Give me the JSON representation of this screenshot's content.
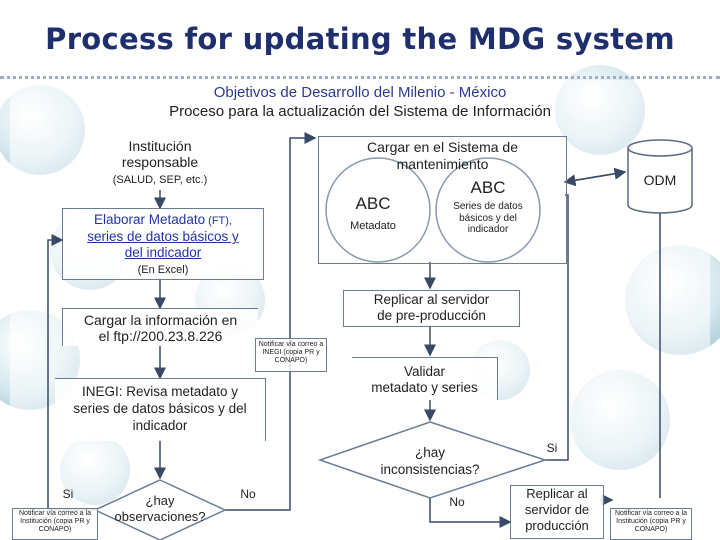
{
  "slide": {
    "title": "Process for updating the MDG system"
  },
  "header": {
    "line1": "Objetivos de Desarrollo del Milenio - México",
    "line2": "Proceso para la actualización del Sistema de Información"
  },
  "nodes": {
    "institucion": {
      "title": "Institución responsable",
      "sub": "(SALUD, SEP, etc.)"
    },
    "elaborar": {
      "line1a": "Elaborar ",
      "line1b": "Metadato",
      "line1c": " (FT),",
      "line2": "series de datos básicos y",
      "line3": "del indicador",
      "sub": "(En Excel)"
    },
    "cargar_ftp": {
      "line1": "Cargar la información en",
      "line2": "el ftp://200.23.8.226"
    },
    "notificar1": {
      "text": "Notificar vía correo a INEGI (copia PR y CONAPO)"
    },
    "inegi": {
      "line1": "INEGI: Revisa metadato y",
      "line2": "series de datos básicos y del",
      "line3": "indicador"
    },
    "hay_obs": {
      "line1": "¿hay",
      "line2": "observaciones?"
    },
    "obs_si": "Si",
    "obs_no": "No",
    "notificar2": {
      "text": "Notificar vía correo a la Institución (copia PR y CONAPO)"
    },
    "cargar_sistema": {
      "line1": "Cargar en el Sistema de",
      "line2": "mantenimiento"
    },
    "abc_meta": {
      "title": "ABC",
      "sub": "Metadato"
    },
    "abc_series": {
      "title": "ABC",
      "sub": "Series de datos básicos y del indicador"
    },
    "odm": {
      "label": "ODM"
    },
    "replicar_pre": {
      "line1": "Replicar al servidor",
      "line2": "de pre-producción"
    },
    "validar": {
      "line1": "Validar",
      "line2": "metadato y series"
    },
    "hay_incons": {
      "line1": "¿hay",
      "line2": "inconsistencias?"
    },
    "incons_si": "Si",
    "incons_no": "No",
    "replicar_prod": {
      "line1": "Replicar al",
      "line2": "servidor de",
      "line3": "producción"
    },
    "notificar3": {
      "text": "Notificar vía correo a la Institución (copia PR y CONAPO)"
    }
  }
}
